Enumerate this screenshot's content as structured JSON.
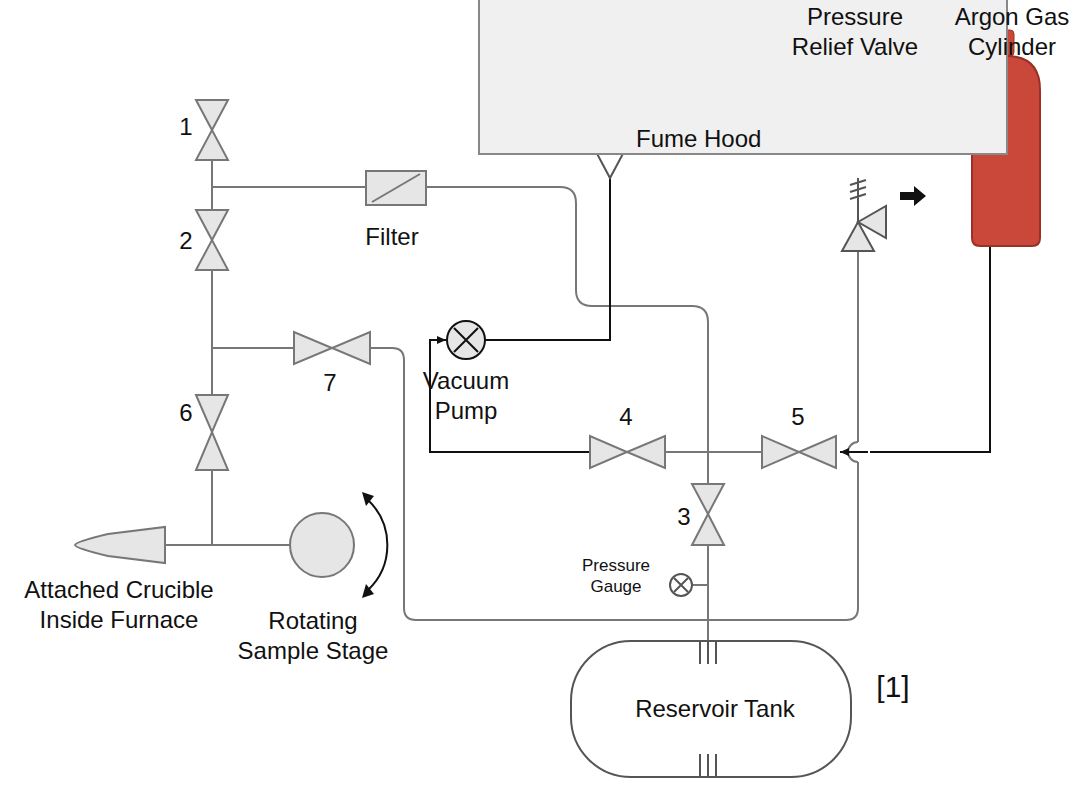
{
  "diagram": {
    "nodes": [
      {
        "text": [
          "Fume Hood"
        ]
      },
      {
        "text": [
          "Reservoir Tank"
        ]
      }
    ],
    "labels": [
      "1",
      "2",
      "3",
      "4",
      "5",
      "6",
      "7",
      "Filter",
      "Vacuum Pump",
      "Pressure Gauge",
      "Attached Crucible Inside Furnace",
      "Rotating Sample Stage",
      "Pressure Relief Valve",
      "Argon Gas Cylinder",
      "[1]"
    ]
  }
}
